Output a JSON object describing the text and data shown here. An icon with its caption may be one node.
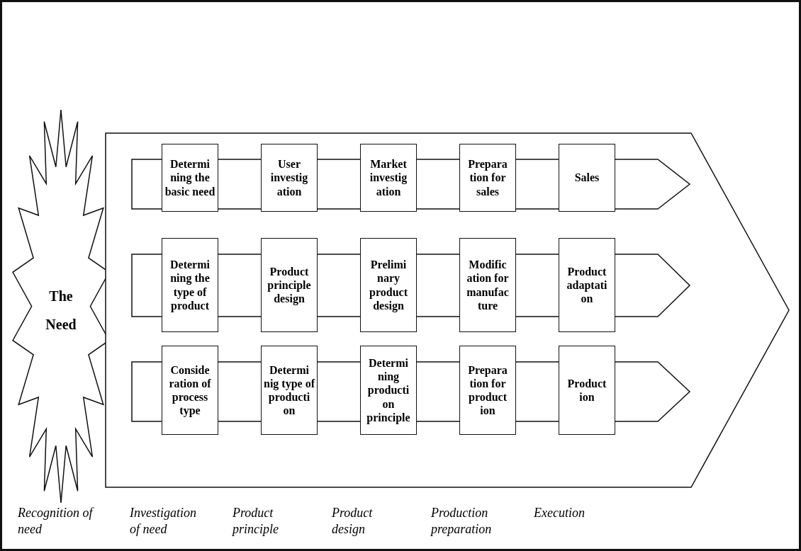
{
  "diagram": {
    "nodes": [
      {
        "text": [
          "The Need"
        ]
      },
      {
        "text": [],
        "shape": "arrow"
      },
      {
        "text": [],
        "shape": "arrow",
        "in": 1
      },
      {
        "text": [
          "Determi ning the basic need"
        ],
        "in": 1
      },
      {
        "text": [
          "User investig ation"
        ],
        "in": 1
      },
      {
        "text": [
          "Market investig ation"
        ],
        "in": 1
      },
      {
        "text": [
          "Prepara tion for sales"
        ],
        "in": 1
      },
      {
        "text": [
          "Sales"
        ],
        "in": 1
      },
      {
        "text": [],
        "shape": "arrow",
        "in": 1
      },
      {
        "text": [
          "Determi ning the type of product"
        ],
        "in": 1
      },
      {
        "text": [
          "Product principle design"
        ],
        "in": 1
      },
      {
        "text": [
          "Prelimi nary product design"
        ],
        "in": 1
      },
      {
        "text": [
          "Modific ation for manufac ture"
        ],
        "in": 1
      },
      {
        "text": [
          "Product adaptati on"
        ],
        "in": 1
      },
      {
        "text": [],
        "shape": "arrow",
        "in": 1
      },
      {
        "text": [
          "Conside ration of process type"
        ],
        "in": 1
      },
      {
        "text": [
          "Determi nig type of producti on"
        ],
        "in": 1
      },
      {
        "text": [
          "Determi ning producti on principle"
        ],
        "in": 1
      },
      {
        "text": [
          "Prepara tion for product ion"
        ],
        "in": 1
      },
      {
        "text": [
          "Product ion"
        ],
        "in": 1
      }
    ],
    "labels": [
      "Recognition of need",
      "Investigation of need",
      "Product principle",
      "Product design",
      "Production preparation",
      "Execution"
    ]
  }
}
